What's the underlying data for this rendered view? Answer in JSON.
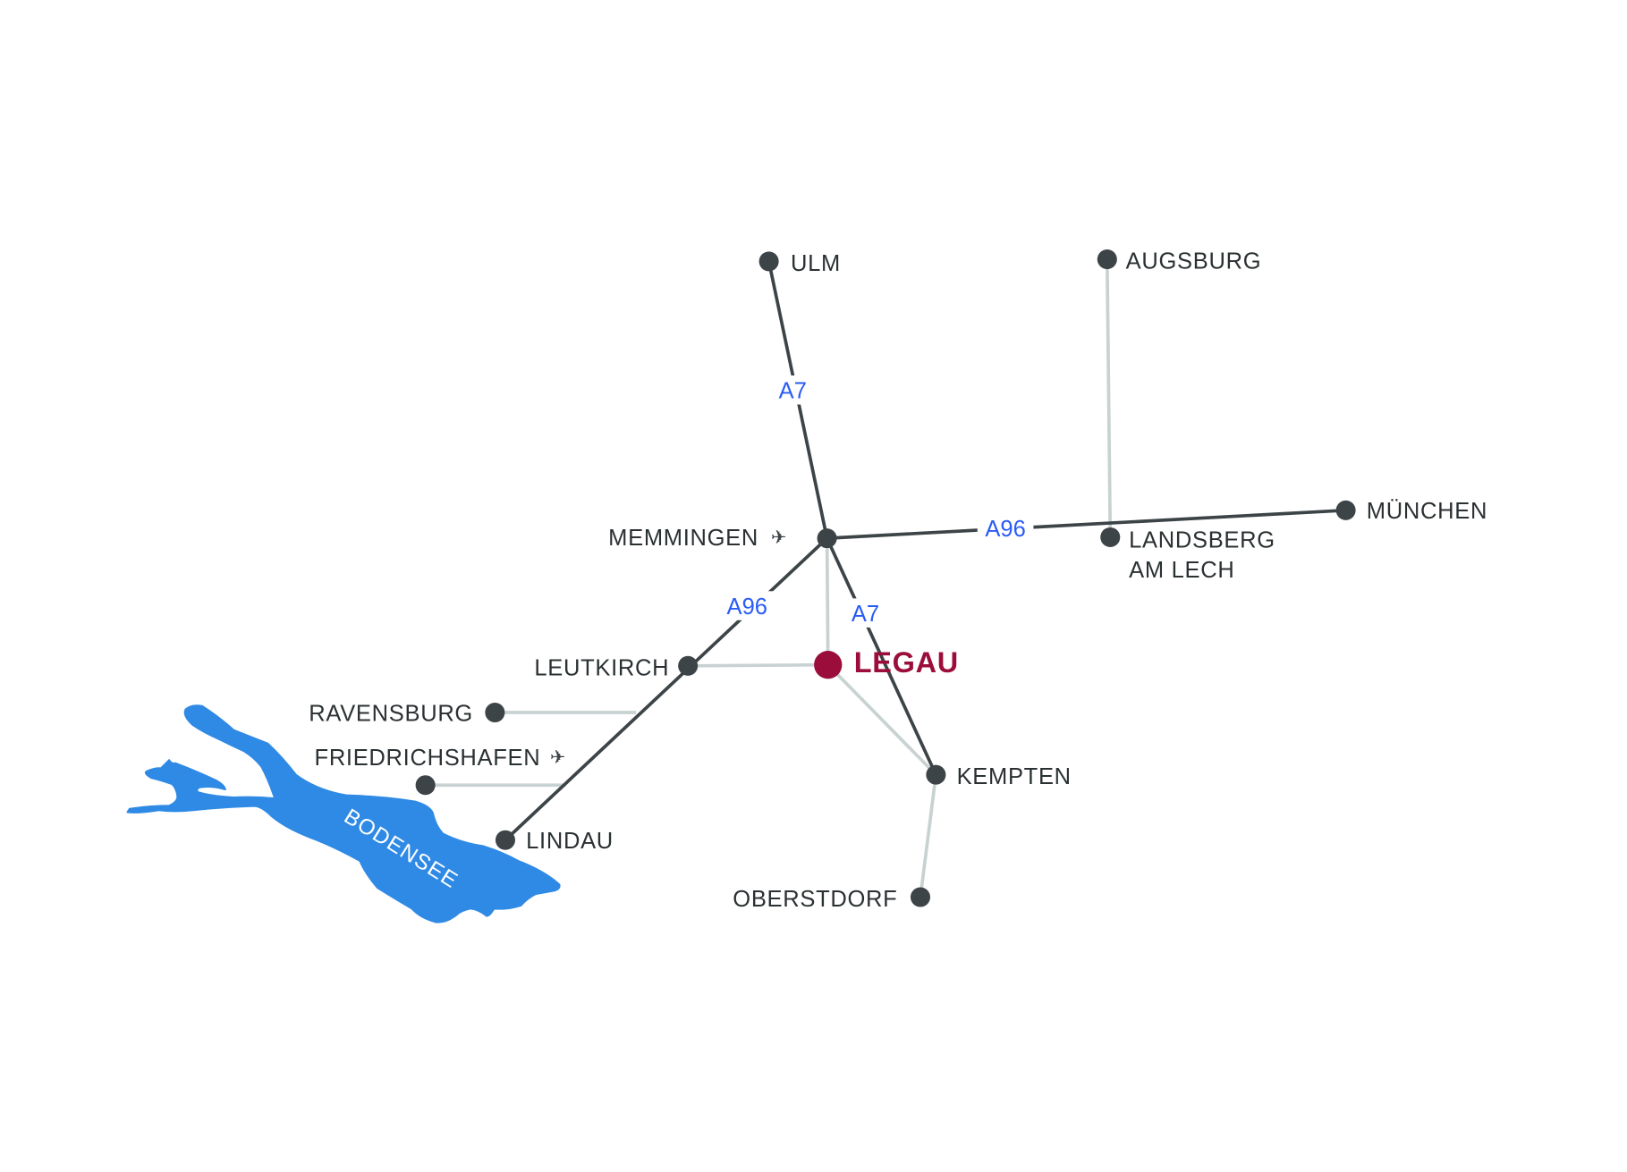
{
  "colors": {
    "road_major": "#3d4447",
    "road_minor": "#c9d2d2",
    "highway_label": "#2a5cf5",
    "highlight": "#9b0d3a",
    "lake": "#2f8ae5"
  },
  "cities": {
    "ulm": "ULM",
    "augsburg": "AUGSBURG",
    "muenchen": "MÜNCHEN",
    "landsberg_1": "LANDSBERG",
    "landsberg_2": "AM LECH",
    "memmingen": "MEMMINGEN",
    "leutkirch": "LEUTKIRCH",
    "legau": "LEGAU",
    "ravensburg": "RAVENSBURG",
    "friedrichshafen": "FRIEDRICHSHAFEN",
    "lindau": "LINDAU",
    "kempten": "KEMPTEN",
    "oberstdorf": "OBERSTDORF"
  },
  "highways": {
    "a7_north": "A7",
    "a96_east": "A96",
    "a96_west": "A96",
    "a7_south": "A7"
  },
  "lake": "BODENSEE",
  "icons": {
    "airport": "✈"
  }
}
